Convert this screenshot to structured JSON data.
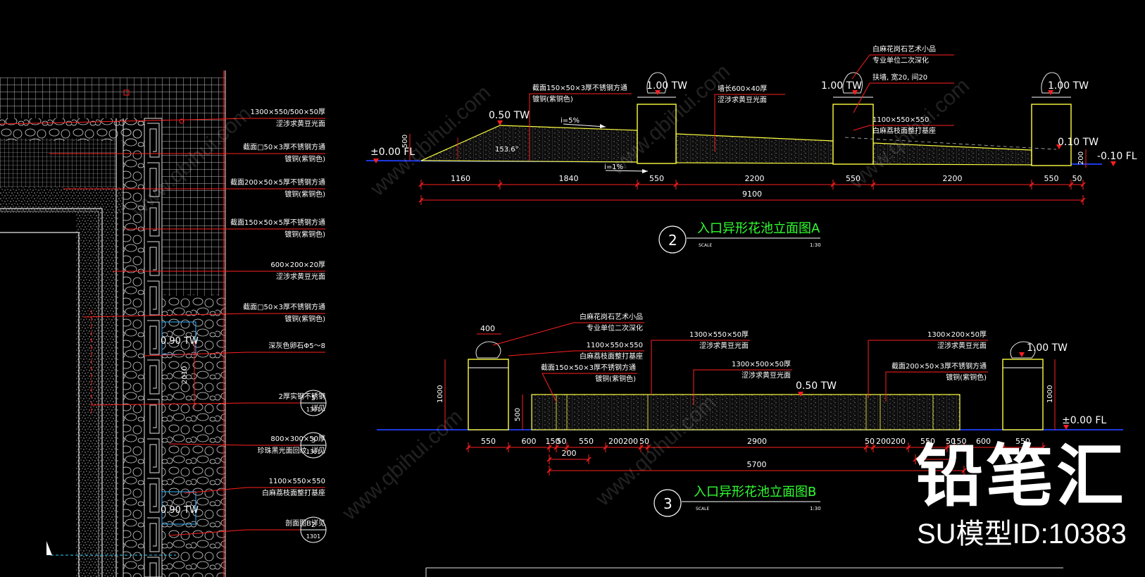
{
  "brand": {
    "name": "铅笔汇",
    "model_id": "SU模型ID:10383"
  },
  "watermark": "www.qbihui.com",
  "colors": {
    "background": "#000000",
    "line_yellow": "#ffff40",
    "line_red": "#ff2020",
    "line_blue": "#2040ff",
    "text_white": "#ffffff",
    "title_green": "#30ff30",
    "grid_white": "#bbbbbb"
  },
  "plan": {
    "callouts": [
      {
        "l1": "1300×550/500×50厚",
        "l2": "涩涉求黄豆光面"
      },
      {
        "l1": "截面□50×3厚不锈钢方通",
        "l2": "镀铜(紫铜色)"
      },
      {
        "l1": "截面200×50×5厚不锈钢方通",
        "l2": "镀铜(紫铜色)"
      },
      {
        "l1": "截面150×50×5厚不锈钢方通",
        "l2": "镀铜(紫铜色)"
      },
      {
        "l1": "600×200×20厚",
        "l2": "涩涉求黄豆光面"
      },
      {
        "l1": "截面□50×3厚不锈钢方通",
        "l2": "镀铜(紫铜色)"
      },
      {
        "l1": "深灰色卵石Φ5～8",
        "l2": ""
      },
      {
        "l1": "2厚实钢不锈钢",
        "l2": "详见"
      },
      {
        "l1": "800×300×50厚",
        "l2": "珍珠黑光面回纹, 详见"
      },
      {
        "l1": "1100×550×550",
        "l2": "白麻荔枝面整打基座"
      },
      {
        "l1": "剖面图B详见",
        "l2": ""
      }
    ],
    "refs": [
      {
        "num": "5",
        "sheet": "1301"
      },
      {
        "num": "3",
        "sheet": "1301"
      },
      {
        "num": "2",
        "sheet": "1301"
      }
    ],
    "levels": [
      "0.90 TW",
      "0.90 TW"
    ],
    "dim_vertical": "2010"
  },
  "elevA": {
    "title": "入口异形花池立面图A",
    "num": "2",
    "scale_label": "SCALE",
    "scale_value": "1:30",
    "levels": {
      "fl": "±0.00 FL",
      "tw1": "0.50 TW",
      "tw2": "1.00 TW",
      "tw3": "1.00 TW",
      "tw4": "1.00 TW",
      "tw5": "0.10 TW",
      "fl2": "-0.10 FL"
    },
    "slopes": {
      "s1": "i=5%",
      "s2": "i=1%",
      "angle": "153.6°",
      "v500": "500",
      "v200": "200"
    },
    "callouts": [
      {
        "l1": "截面150×50×3厚不锈钢方通",
        "l2": "镀铜(紫铜色)"
      },
      {
        "l1": "墙长600×40厚",
        "l2": "涩涉求黄豆光面"
      },
      {
        "l1": "白麻花岗石艺术小品",
        "l2": "专业单位二次深化"
      },
      {
        "l1": "扶墙, 宽20, 间20",
        "l2": ""
      },
      {
        "l1": "1100×550×550",
        "l2": "白麻荔枝面整打基座"
      }
    ],
    "dims": [
      "1160",
      "1840",
      "550",
      "2200",
      "550",
      "2200",
      "550",
      "50"
    ],
    "total": "9100"
  },
  "elevB": {
    "title": "入口异形花池立面图B",
    "num": "3",
    "scale_label": "SCALE",
    "scale_value": "1:30",
    "levels": {
      "fl": "±0.00 FL",
      "tw1": "0.50 TW",
      "tw2": "1.00 TW"
    },
    "vdims": {
      "h1000a": "1000",
      "h500": "500",
      "h1000b": "1000",
      "w400": "400"
    },
    "callouts": [
      {
        "l1": "白麻花岗石艺术小品",
        "l2": "专业单位二次深化"
      },
      {
        "l1": "1100×550×550",
        "l2": "白麻荔枝面整打基座"
      },
      {
        "l1": "截面150×50×3厚不锈钢方通",
        "l2": "镀铜(紫铜色)"
      },
      {
        "l1": "1300×550×50厚",
        "l2": "涩涉求黄豆光面"
      },
      {
        "l1": "1300×500×50厚",
        "l2": "涩涉求黄豆光面"
      },
      {
        "l1": "1300×200×50厚",
        "l2": "涩涉求黄豆光面"
      },
      {
        "l1": "截面200×50×3厚不锈钢方通",
        "l2": "镀铜(紫铜色)"
      }
    ],
    "dims": [
      "550",
      "600",
      "150",
      "50",
      "550",
      "200200",
      "50",
      "2900",
      "50",
      "200200",
      "550",
      "50",
      "150",
      "600",
      "550"
    ],
    "sub": [
      "200",
      "200"
    ],
    "total": "5700"
  }
}
